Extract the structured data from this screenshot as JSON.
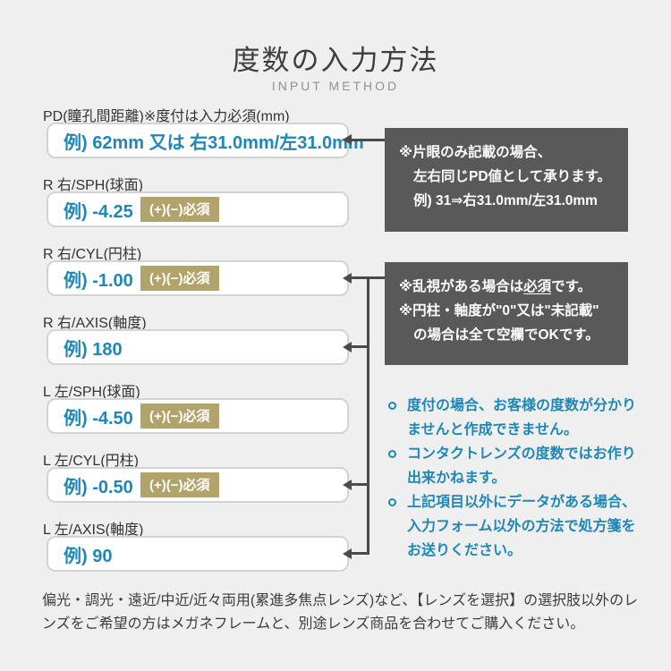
{
  "header": {
    "title": "度数の入力方法",
    "subtitle": "INPUT METHOD"
  },
  "form": {
    "fields": [
      {
        "label": "PD(瞳孔間距離)※度付は入力必須(mm)",
        "value": "例) 62mm 又は 右31.0mm/左31.0mm",
        "has_badge": false
      },
      {
        "label": "R 右/SPH(球面)",
        "value": "例) -4.25",
        "has_badge": true
      },
      {
        "label": "R 右/CYL(円柱)",
        "value": "例) -1.00",
        "has_badge": true
      },
      {
        "label": "R 右/AXIS(軸度)",
        "value": "例) 180",
        "has_badge": false
      },
      {
        "label": "L 左/SPH(球面)",
        "value": "例) -4.50",
        "has_badge": true
      },
      {
        "label": "L 左/CYL(円柱)",
        "value": "例) -0.50",
        "has_badge": true
      },
      {
        "label": "L 左/AXIS(軸度)",
        "value": "例) 90",
        "has_badge": false
      }
    ],
    "badge_label": "(+)(−)必須"
  },
  "callouts": {
    "pd_note": {
      "line1": "※片眼のみ記載の場合、",
      "line2": "左右同じPD値として承ります。",
      "line3": "例) 31⇒右31.0mm/左31.0mm"
    },
    "cyl_note": {
      "line1_prefix": "※乱視がある場合は",
      "line1_underlined": "必須",
      "line1_suffix": "です。",
      "line2": "※円柱・軸度が\"0\"又は\"未記載\"",
      "line3": "の場合は全て空欄でOKです。"
    }
  },
  "notes": [
    "度付の場合、お客様の度数が分かりませんと作成できません。",
    "コンタクトレンズの度数ではお作り出来かねます。",
    "上記項目以外にデータがある場合、入力フォーム以外の方法で処方箋をお送りください。"
  ],
  "footer": {
    "text": "偏光・調光・遠近/中近/近々両用(累進多焦点レンズ)など、【レンズを選択】の選択肢以外のレンズをご希望の方はメガネフレームと、別途レンズ商品を合わせてご購入ください。"
  },
  "colors": {
    "page_background": "#efefef",
    "accent_blue": "#1f87b5",
    "badge_khaki": "#b2a36b",
    "callout_gray": "#595959",
    "arrow_gray": "#4a4a4a"
  }
}
